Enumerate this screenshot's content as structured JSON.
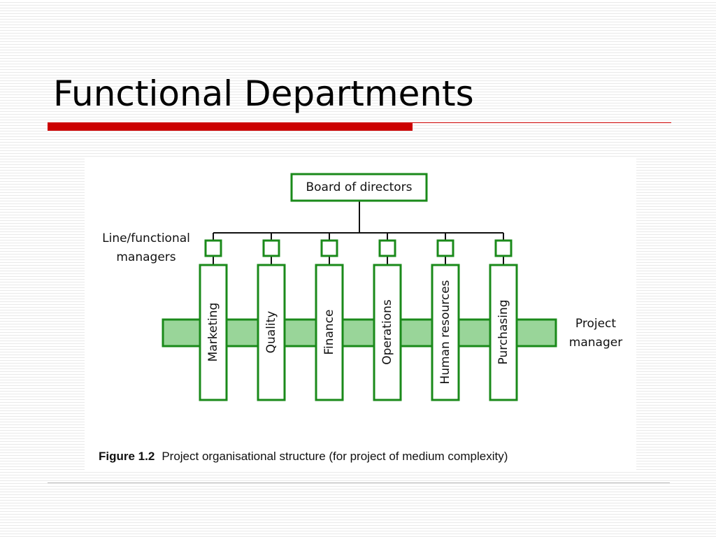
{
  "slide": {
    "title": "Functional Departments",
    "accent_color": "#cc0000",
    "rule_color": "#cc0000"
  },
  "diagram": {
    "top_node": "Board of directors",
    "side_label_left": [
      "Line/functional",
      "managers"
    ],
    "side_label_right": [
      "Project",
      "manager"
    ],
    "departments": [
      "Marketing",
      "Quality",
      "Finance",
      "Operations",
      "Human resources",
      "Purchasing"
    ],
    "colors": {
      "border": "#1a8a1a",
      "band_fill": "#99d599",
      "box_fill": "#ffffff"
    },
    "caption_number": "Figure 1.2",
    "caption_text": "Project organisational structure (for project of medium complexity)"
  }
}
